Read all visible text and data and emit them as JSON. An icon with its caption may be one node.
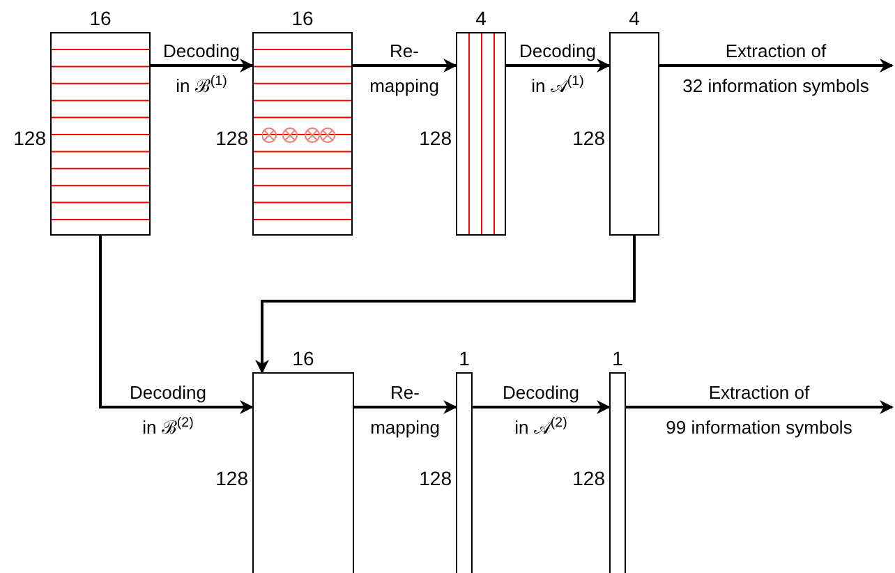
{
  "diagram": {
    "nodes": [
      {
        "text": [],
        "shape": "box",
        "beside": [
          "16",
          "128"
        ]
      },
      {
        "text": [],
        "shape": "box",
        "beside": [
          "16",
          "128"
        ]
      },
      {
        "text": [],
        "shape": "box",
        "beside": [
          "4",
          "128"
        ]
      },
      {
        "text": [],
        "shape": "box",
        "beside": [
          "4",
          "128"
        ]
      },
      {
        "text": [],
        "shape": "box",
        "beside": [
          "16",
          "128"
        ]
      },
      {
        "text": [],
        "shape": "box",
        "beside": [
          "1",
          "128"
        ]
      },
      {
        "text": [],
        "shape": "box",
        "beside": [
          "1",
          "128"
        ]
      }
    ],
    "edges": [
      {
        "from": 0,
        "to": 1,
        "arrow": "to",
        "label": "Decoding in ℬ$^{(1)}$"
      },
      {
        "from": 1,
        "to": 2,
        "arrow": "to",
        "label": "Re- mapping"
      },
      {
        "from": 2,
        "to": 3,
        "arrow": "to",
        "label": "Decoding in 𝒜$^{(1)}$"
      },
      {
        "from": 3,
        "to": null,
        "arrow": "to",
        "label": "Extraction of 32 information symbols"
      },
      {
        "from": 0,
        "to": 4,
        "arrow": "to",
        "label": "Decoding in ℬ$^{(2)}$"
      },
      {
        "from": 3,
        "to": 4,
        "arrow": "to"
      },
      {
        "from": 4,
        "to": 5,
        "arrow": "to",
        "label": "Re- mapping"
      },
      {
        "from": 5,
        "to": 6,
        "arrow": "to",
        "label": "Decoding in 𝒜$^{(2)}$"
      },
      {
        "from": 6,
        "to": null,
        "arrow": "to",
        "label": "Extraction of 99 information symbols"
      }
    ]
  }
}
